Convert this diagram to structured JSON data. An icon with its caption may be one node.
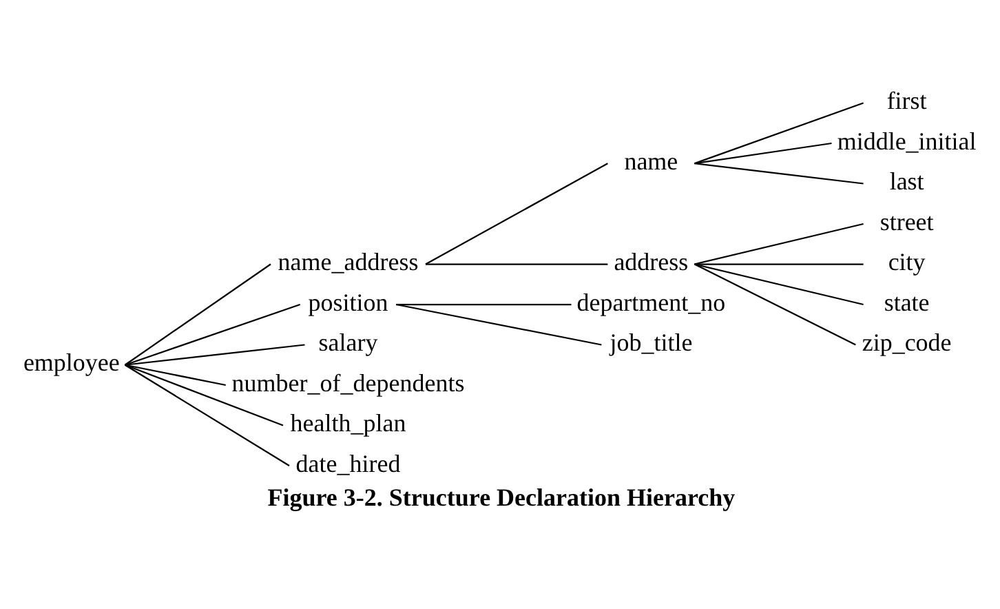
{
  "diagram": {
    "caption": "Figure 3-2. Structure Declaration Hierarchy",
    "nodes": [
      {
        "text": [
          "employee"
        ]
      },
      {
        "text": [
          "name_address"
        ]
      },
      {
        "text": [
          "name"
        ]
      },
      {
        "text": [
          "first"
        ]
      },
      {
        "text": [
          "middle_initial"
        ]
      },
      {
        "text": [
          "last"
        ]
      },
      {
        "text": [
          "address"
        ]
      },
      {
        "text": [
          "street"
        ]
      },
      {
        "text": [
          "city"
        ]
      },
      {
        "text": [
          "state"
        ]
      },
      {
        "text": [
          "zip_code"
        ]
      },
      {
        "text": [
          "position"
        ]
      },
      {
        "text": [
          "department_no"
        ]
      },
      {
        "text": [
          "job_title"
        ]
      },
      {
        "text": [
          "salary"
        ]
      },
      {
        "text": [
          "number_of_dependents"
        ]
      },
      {
        "text": [
          "health_plan"
        ]
      },
      {
        "text": [
          "date_hired"
        ]
      }
    ],
    "edges": [
      {
        "from": 0,
        "to": 1,
        "arrow": "none"
      },
      {
        "from": 1,
        "to": 2,
        "arrow": "none"
      },
      {
        "from": 2,
        "to": 3,
        "arrow": "none"
      },
      {
        "from": 2,
        "to": 4,
        "arrow": "none"
      },
      {
        "from": 2,
        "to": 5,
        "arrow": "none"
      },
      {
        "from": 1,
        "to": 6,
        "arrow": "none"
      },
      {
        "from": 6,
        "to": 7,
        "arrow": "none"
      },
      {
        "from": 6,
        "to": 8,
        "arrow": "none"
      },
      {
        "from": 6,
        "to": 9,
        "arrow": "none"
      },
      {
        "from": 6,
        "to": 10,
        "arrow": "none"
      },
      {
        "from": 0,
        "to": 11,
        "arrow": "none"
      },
      {
        "from": 11,
        "to": 12,
        "arrow": "none"
      },
      {
        "from": 11,
        "to": 13,
        "arrow": "none"
      },
      {
        "from": 0,
        "to": 14,
        "arrow": "none"
      },
      {
        "from": 0,
        "to": 15,
        "arrow": "none"
      },
      {
        "from": 0,
        "to": 16,
        "arrow": "none"
      },
      {
        "from": 0,
        "to": 17,
        "arrow": "none"
      }
    ]
  }
}
